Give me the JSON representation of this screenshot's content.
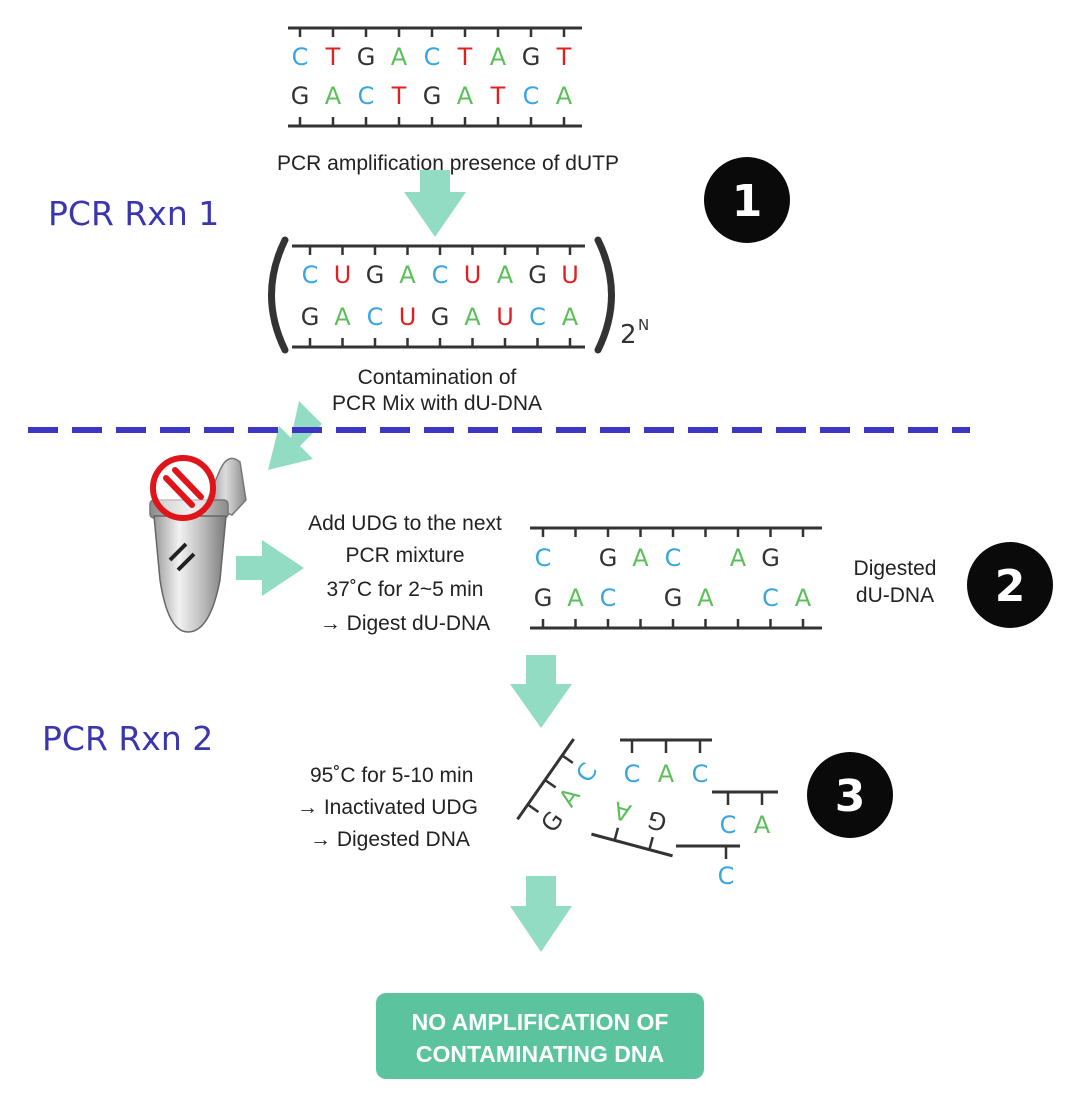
{
  "colors": {
    "C": "#3aa6e0",
    "T": "#e02020",
    "U": "#e02020",
    "G": "#333333",
    "A": "#5cbf5a",
    "arrow": "#93dcc4",
    "divider": "#3b37c2",
    "label": "#3a36b0",
    "result_bg": "#5cc39f",
    "no_symbol": "#e0151b"
  },
  "icons": {
    "arrow": "down-arrow-icon",
    "tube": "pcr-tube-icon",
    "prohibited": "no-entry-icon"
  },
  "labels": {
    "rxn1": "PCR Rxn 1",
    "rxn2": "PCR Rxn 2"
  },
  "steps": [
    "1",
    "2",
    "3"
  ],
  "template_dna": {
    "top": [
      "C",
      "T",
      "G",
      "A",
      "C",
      "T",
      "A",
      "G",
      "T"
    ],
    "bottom": [
      "G",
      "A",
      "C",
      "T",
      "G",
      "A",
      "T",
      "C",
      "A"
    ]
  },
  "caption_amplification": "PCR amplification presence of dUTP",
  "du_dna": {
    "top": [
      "C",
      "U",
      "G",
      "A",
      "C",
      "U",
      "A",
      "G",
      "U"
    ],
    "bottom": [
      "G",
      "A",
      "C",
      "U",
      "G",
      "A",
      "U",
      "C",
      "A"
    ],
    "multiplier": "2",
    "exponent": "N"
  },
  "caption_contamination": [
    "Contamination of",
    "PCR Mix with dU-DNA"
  ],
  "udg_text": [
    "Add UDG to the next",
    "PCR mixture",
    "37˚C for 2~5 min",
    "→  Digest dU-DNA"
  ],
  "digested_dna": {
    "top": [
      "C",
      "",
      "G",
      "A",
      "C",
      "",
      "A",
      "G",
      ""
    ],
    "bottom": [
      "G",
      "A",
      "C",
      "",
      "G",
      "A",
      "",
      "C",
      "A"
    ]
  },
  "digested_label": [
    "Digested",
    "dU-DNA"
  ],
  "inactivation_text": [
    "95˚C for 5-10 min",
    "→ Inactivated UDG",
    "→ Digested DNA"
  ],
  "fragment_bases": [
    "G",
    "A",
    "C",
    "C",
    "A",
    "C",
    "A",
    "G",
    "C",
    "A",
    "C"
  ],
  "result": [
    "NO AMPLIFICATION OF",
    "CONTAMINATING DNA"
  ]
}
